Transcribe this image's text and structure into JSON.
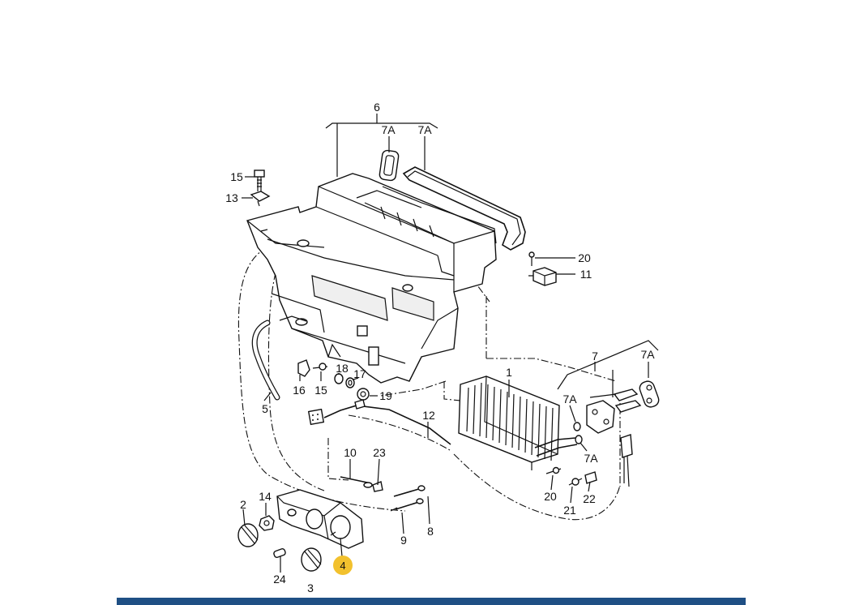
{
  "callouts": {
    "c6": "6",
    "c7a_1": "7A",
    "c7a_2": "7A",
    "c15_top": "15",
    "c13": "13",
    "c20_top": "20",
    "c11": "11",
    "c7": "7",
    "c7a_3": "7A",
    "c1": "1",
    "c7a_4": "7A",
    "c7a_5": "7A",
    "c18": "18",
    "c17": "17",
    "c16": "16",
    "c15_mid": "15",
    "c19": "19",
    "c5": "5",
    "c12": "12",
    "c10": "10",
    "c23": "23",
    "c20_bot": "20",
    "c21": "21",
    "c22": "22",
    "c14": "14",
    "c2": "2",
    "c9": "9",
    "c8": "8",
    "c24": "24",
    "c3": "3",
    "c4": "4"
  },
  "highlight": {
    "callout": "4",
    "color": "#f2c12e"
  },
  "colors": {
    "bar": "#1f4f84"
  }
}
